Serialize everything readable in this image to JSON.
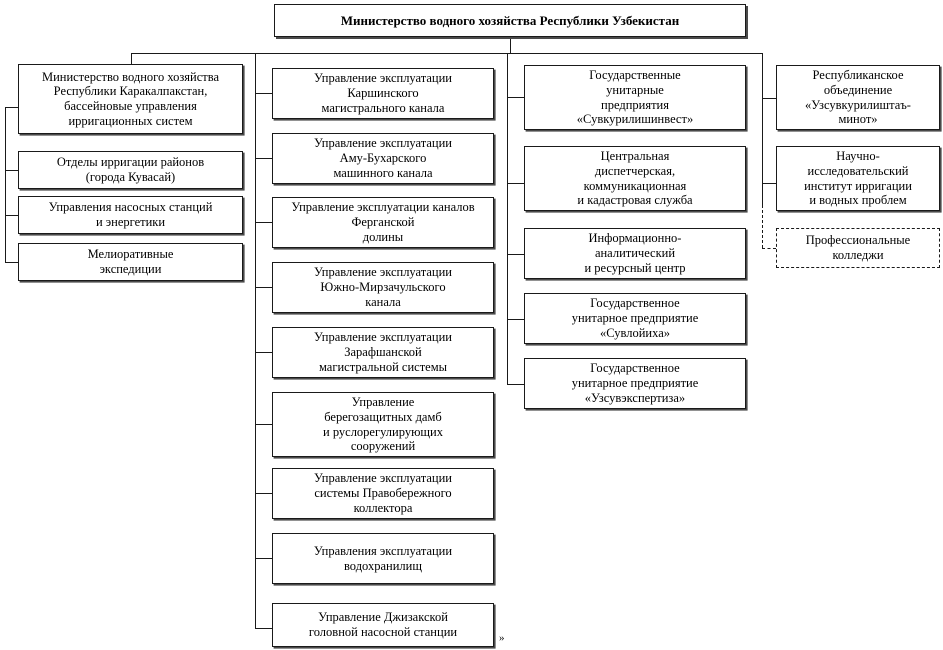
{
  "diagram": {
    "type": "organizational-chart",
    "language": "ru",
    "root": {
      "label": "Министерство водного хозяйства Республики Узбекистан"
    },
    "columns": [
      {
        "name": "column-regional",
        "nodes": [
          {
            "label": "Министерство водного хозяйства\nРеспублики Каракалпакстан,\nбассейновые управления\nирригационных систем"
          },
          {
            "label": "Отделы ирригации районов\n(города Кувасай)"
          },
          {
            "label": "Управления насосных станций\nи энергетики"
          },
          {
            "label": "Мелиоративные\nэкспедиции"
          }
        ]
      },
      {
        "name": "column-canal-operations",
        "nodes": [
          {
            "label": "Управление эксплуатации\nКаршинского\nмагистрального канала"
          },
          {
            "label": "Управление эксплуатации\nАму-Бухарского\nмашинного канала"
          },
          {
            "label": "Управление эксплуатации каналов\nФерганской\nдолины"
          },
          {
            "label": "Управление эксплуатации\nЮжно-Мирзачульского\nканала"
          },
          {
            "label": "Управление эксплуатации\nЗарафшанской\nмагистральной системы"
          },
          {
            "label": "Управление\nберегозащитных дамб\nи руслорегулирующих\nсооружений"
          },
          {
            "label": "Управление эксплуатации\nсистемы Правобережного\nколлектора"
          },
          {
            "label": "Управления эксплуатации\nводохранилищ"
          },
          {
            "label": "Управление Джизакской\nголовной насосной станции"
          }
        ]
      },
      {
        "name": "column-state-enterprises",
        "nodes": [
          {
            "label": "Государственные\nунитарные\nпредприятия\n«Сувкурилишинвест»"
          },
          {
            "label": "Центральная\nдиспетчерская,\nкоммуникационная\nи кадастровая служба"
          },
          {
            "label": "Информационно-\nаналитический\nи ресурсный центр"
          },
          {
            "label": "Государственное\nунитарное предприятие\n«Сувлойиха»"
          },
          {
            "label": "Государственное\nунитарное предприятие\n«Узсувэкспертиза»"
          }
        ]
      },
      {
        "name": "column-associations-institutes",
        "nodes": [
          {
            "label": "Республиканское\nобъединение\n«Узсувкурилиштаъ-\nминот»"
          },
          {
            "label": "Научно-\nисследовательский\nинститут ирригации\nи водных проблем"
          },
          {
            "label": "Профессиональные\nколледжи",
            "style": "dashed"
          }
        ]
      }
    ],
    "annotation": {
      "trailing_mark": "»"
    },
    "colors": {
      "line": "#1a1a1a",
      "box_fill": "#ffffff",
      "shadow": "#4a4a4a",
      "text": "#000000"
    }
  }
}
